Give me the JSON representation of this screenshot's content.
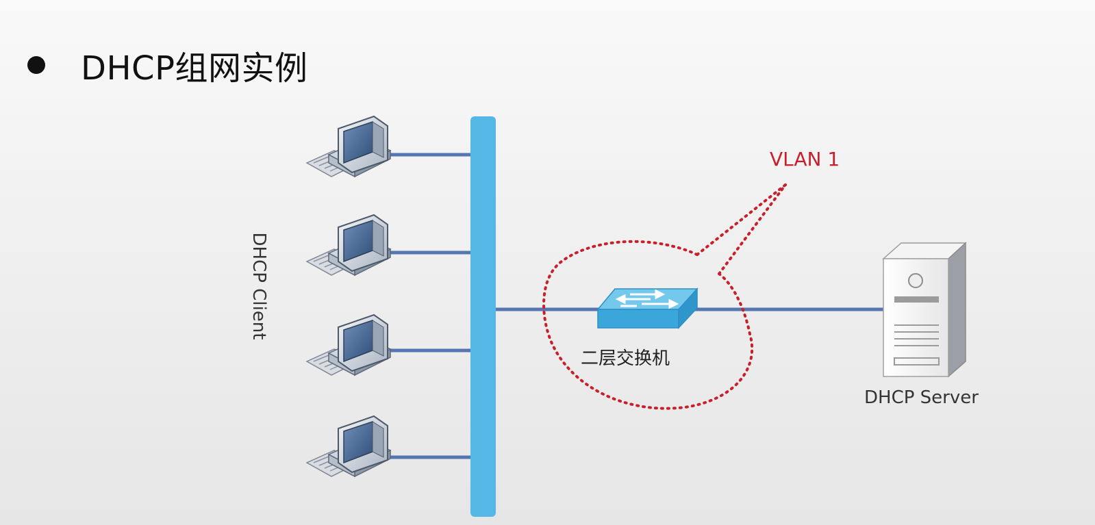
{
  "slide": {
    "title": "DHCP组网实例"
  },
  "labels": {
    "client": "DHCP Client",
    "switch": "二层交换机",
    "server": "DHCP Server",
    "vlan": "VLAN 1"
  },
  "colors": {
    "bus": "#55b7e6",
    "link": "#5576b0",
    "vlan_boundary": "#c8202a",
    "switch_top": "#74c8ec",
    "switch_side": "#2f96cc"
  },
  "icons": {
    "client": "computer-icon",
    "switch": "switch-icon",
    "server": "server-icon"
  }
}
